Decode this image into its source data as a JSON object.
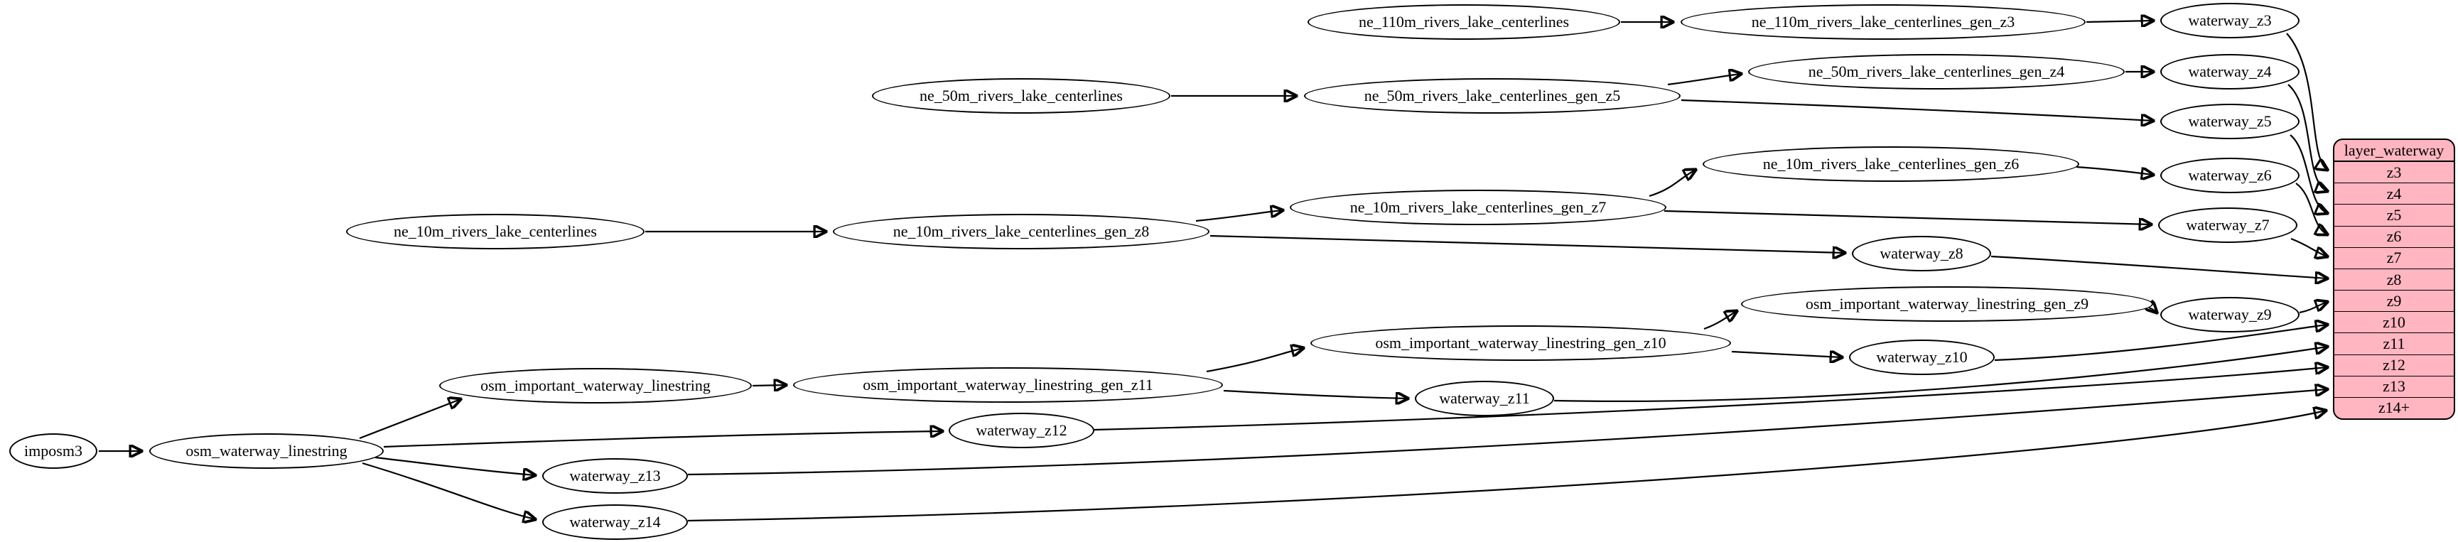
{
  "diagram": {
    "background": "#ffffff",
    "node_fill": "#ffffff",
    "node_stroke": "#000000",
    "edge_color": "#000000",
    "record_fill": "#ffb6c1"
  },
  "nodes": [
    {
      "id": "imposm3",
      "label": "imposm3"
    },
    {
      "id": "osm_waterway_linestring",
      "label": "osm_waterway_linestring"
    },
    {
      "id": "osm_important_waterway_linestring",
      "label": "osm_important_waterway_linestring"
    },
    {
      "id": "osm_important_waterway_linestring_gen_z11",
      "label": "osm_important_waterway_linestring_gen_z11"
    },
    {
      "id": "osm_important_waterway_linestring_gen_z10",
      "label": "osm_important_waterway_linestring_gen_z10"
    },
    {
      "id": "osm_important_waterway_linestring_gen_z9",
      "label": "osm_important_waterway_linestring_gen_z9"
    },
    {
      "id": "ne_110m_rivers_lake_centerlines",
      "label": "ne_110m_rivers_lake_centerlines"
    },
    {
      "id": "ne_110m_rivers_lake_centerlines_gen_z3",
      "label": "ne_110m_rivers_lake_centerlines_gen_z3"
    },
    {
      "id": "ne_50m_rivers_lake_centerlines",
      "label": "ne_50m_rivers_lake_centerlines"
    },
    {
      "id": "ne_50m_rivers_lake_centerlines_gen_z5",
      "label": "ne_50m_rivers_lake_centerlines_gen_z5"
    },
    {
      "id": "ne_50m_rivers_lake_centerlines_gen_z4",
      "label": "ne_50m_rivers_lake_centerlines_gen_z4"
    },
    {
      "id": "ne_10m_rivers_lake_centerlines",
      "label": "ne_10m_rivers_lake_centerlines"
    },
    {
      "id": "ne_10m_rivers_lake_centerlines_gen_z8",
      "label": "ne_10m_rivers_lake_centerlines_gen_z8"
    },
    {
      "id": "ne_10m_rivers_lake_centerlines_gen_z7",
      "label": "ne_10m_rivers_lake_centerlines_gen_z7"
    },
    {
      "id": "ne_10m_rivers_lake_centerlines_gen_z6",
      "label": "ne_10m_rivers_lake_centerlines_gen_z6"
    },
    {
      "id": "waterway_z3",
      "label": "waterway_z3"
    },
    {
      "id": "waterway_z4",
      "label": "waterway_z4"
    },
    {
      "id": "waterway_z5",
      "label": "waterway_z5"
    },
    {
      "id": "waterway_z6",
      "label": "waterway_z6"
    },
    {
      "id": "waterway_z7",
      "label": "waterway_z7"
    },
    {
      "id": "waterway_z8",
      "label": "waterway_z8"
    },
    {
      "id": "waterway_z9",
      "label": "waterway_z9"
    },
    {
      "id": "waterway_z10",
      "label": "waterway_z10"
    },
    {
      "id": "waterway_z11",
      "label": "waterway_z11"
    },
    {
      "id": "waterway_z12",
      "label": "waterway_z12"
    },
    {
      "id": "waterway_z13",
      "label": "waterway_z13"
    },
    {
      "id": "waterway_z14",
      "label": "waterway_z14"
    }
  ],
  "record": {
    "title": "layer_waterway",
    "rows": [
      "z3",
      "z4",
      "z5",
      "z6",
      "z7",
      "z8",
      "z9",
      "z10",
      "z11",
      "z12",
      "z13",
      "z14+"
    ]
  },
  "edges": [
    {
      "from": "imposm3",
      "to": "osm_waterway_linestring"
    },
    {
      "from": "osm_waterway_linestring",
      "to": "osm_important_waterway_linestring"
    },
    {
      "from": "osm_waterway_linestring",
      "to": "waterway_z12"
    },
    {
      "from": "osm_waterway_linestring",
      "to": "waterway_z13"
    },
    {
      "from": "osm_waterway_linestring",
      "to": "waterway_z14"
    },
    {
      "from": "osm_important_waterway_linestring",
      "to": "osm_important_waterway_linestring_gen_z11"
    },
    {
      "from": "osm_important_waterway_linestring_gen_z11",
      "to": "osm_important_waterway_linestring_gen_z10"
    },
    {
      "from": "osm_important_waterway_linestring_gen_z11",
      "to": "waterway_z11"
    },
    {
      "from": "osm_important_waterway_linestring_gen_z10",
      "to": "osm_important_waterway_linestring_gen_z9"
    },
    {
      "from": "osm_important_waterway_linestring_gen_z10",
      "to": "waterway_z10"
    },
    {
      "from": "osm_important_waterway_linestring_gen_z9",
      "to": "waterway_z9"
    },
    {
      "from": "ne_110m_rivers_lake_centerlines",
      "to": "ne_110m_rivers_lake_centerlines_gen_z3"
    },
    {
      "from": "ne_110m_rivers_lake_centerlines_gen_z3",
      "to": "waterway_z3"
    },
    {
      "from": "ne_50m_rivers_lake_centerlines",
      "to": "ne_50m_rivers_lake_centerlines_gen_z5"
    },
    {
      "from": "ne_50m_rivers_lake_centerlines_gen_z5",
      "to": "ne_50m_rivers_lake_centerlines_gen_z4"
    },
    {
      "from": "ne_50m_rivers_lake_centerlines_gen_z5",
      "to": "waterway_z5"
    },
    {
      "from": "ne_50m_rivers_lake_centerlines_gen_z4",
      "to": "waterway_z4"
    },
    {
      "from": "ne_10m_rivers_lake_centerlines",
      "to": "ne_10m_rivers_lake_centerlines_gen_z8"
    },
    {
      "from": "ne_10m_rivers_lake_centerlines_gen_z8",
      "to": "ne_10m_rivers_lake_centerlines_gen_z7"
    },
    {
      "from": "ne_10m_rivers_lake_centerlines_gen_z8",
      "to": "waterway_z8"
    },
    {
      "from": "ne_10m_rivers_lake_centerlines_gen_z7",
      "to": "ne_10m_rivers_lake_centerlines_gen_z6"
    },
    {
      "from": "ne_10m_rivers_lake_centerlines_gen_z7",
      "to": "waterway_z7"
    },
    {
      "from": "ne_10m_rivers_lake_centerlines_gen_z6",
      "to": "waterway_z6"
    },
    {
      "from": "waterway_z3",
      "to": "layer_waterway.z3"
    },
    {
      "from": "waterway_z4",
      "to": "layer_waterway.z4"
    },
    {
      "from": "waterway_z5",
      "to": "layer_waterway.z5"
    },
    {
      "from": "waterway_z6",
      "to": "layer_waterway.z6"
    },
    {
      "from": "waterway_z7",
      "to": "layer_waterway.z7"
    },
    {
      "from": "waterway_z8",
      "to": "layer_waterway.z8"
    },
    {
      "from": "waterway_z9",
      "to": "layer_waterway.z9"
    },
    {
      "from": "waterway_z10",
      "to": "layer_waterway.z10"
    },
    {
      "from": "waterway_z11",
      "to": "layer_waterway.z11"
    },
    {
      "from": "waterway_z12",
      "to": "layer_waterway.z12"
    },
    {
      "from": "waterway_z13",
      "to": "layer_waterway.z13"
    },
    {
      "from": "waterway_z14",
      "to": "layer_waterway.z14+"
    }
  ]
}
